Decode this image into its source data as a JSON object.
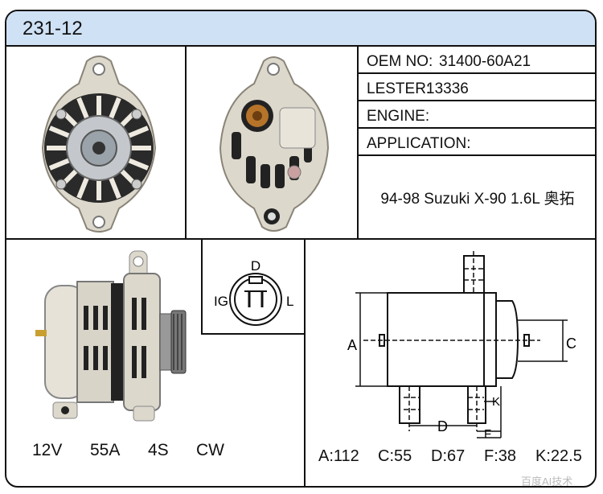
{
  "header": {
    "title": "231-12"
  },
  "specs": {
    "oem_label": "OEM NO:",
    "oem_value": "31400-60A21",
    "lester_label": "LESTER:",
    "lester_value": "13336",
    "engine_label": "ENGINE:",
    "engine_value": "",
    "application_label": "APPLICATION:",
    "application_value": "94-98 Suzuki X-90 1.6L 奥拓"
  },
  "connector": {
    "top": "D",
    "left": "IG",
    "right": "L"
  },
  "electrical": {
    "voltage": "12V",
    "current": "55A",
    "groove": "4S",
    "rotation": "CW"
  },
  "dimension_letters": {
    "a": "A",
    "c": "C",
    "d": "D",
    "f": "F",
    "k": "K"
  },
  "dimensions": {
    "a": "A:112",
    "c": "C:55",
    "d": "D:67",
    "f": "F:38",
    "k": "K:22.5"
  },
  "watermark": "百度AI技术"
}
